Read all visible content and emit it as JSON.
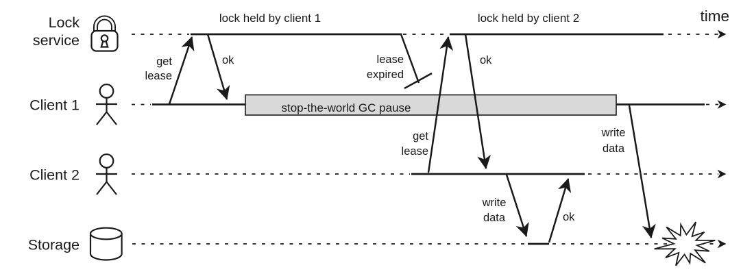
{
  "colors": {
    "stroke": "#1a1a1a",
    "gc_box_fill": "#d9d9d9",
    "background": "#ffffff"
  },
  "time_label": "time",
  "lanes": [
    {
      "label_line1": "Lock",
      "label_line2": "service",
      "icon": "padlock-icon"
    },
    {
      "label_line1": "Client 1",
      "icon": "person-icon"
    },
    {
      "label_line1": "Client 2",
      "icon": "person-icon"
    },
    {
      "label_line1": "Storage",
      "icon": "database-cylinder-icon"
    }
  ],
  "bands": {
    "lock_held_1": "lock held by client 1",
    "lock_held_2": "lock held by client 2",
    "gc_pause": "stop-the-world GC pause"
  },
  "messages": {
    "get_lease_1_l1": "get",
    "get_lease_1_l2": "lease",
    "ok_1": "ok",
    "lease_expired_l1": "lease",
    "lease_expired_l2": "expired",
    "get_lease_2_l1": "get",
    "get_lease_2_l2": "lease",
    "ok_2": "ok",
    "write_data_2_l1": "write",
    "write_data_2_l2": "data",
    "ok_storage": "ok",
    "write_data_1_l1": "write",
    "write_data_1_l2": "data"
  },
  "icons": {
    "lock_service": "padlock-icon",
    "client": "person-icon",
    "storage": "database-cylinder-icon",
    "crash": "explosion-icon",
    "lane_end": "arrowhead-right-icon"
  }
}
